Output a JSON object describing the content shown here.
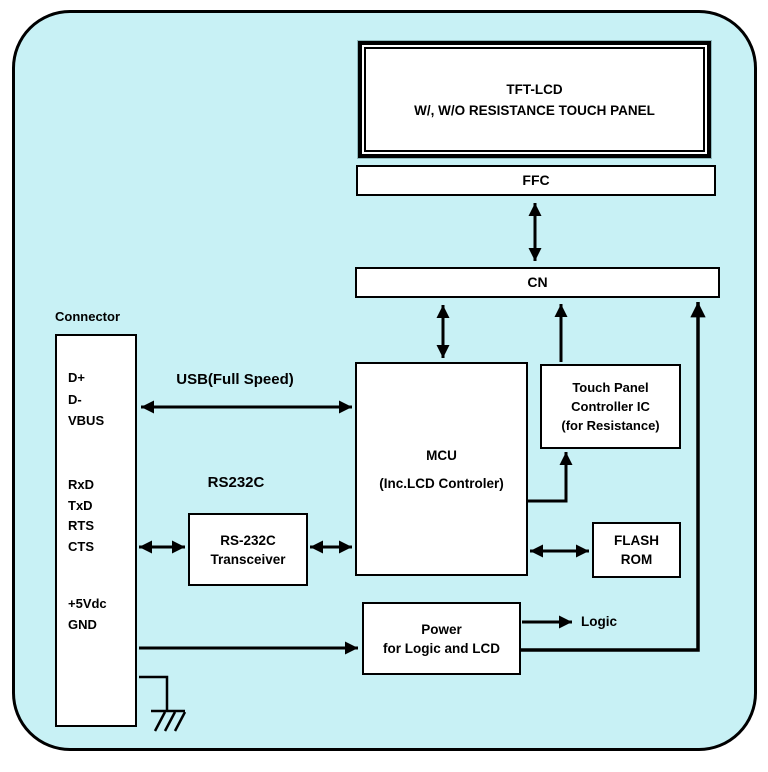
{
  "diagram": {
    "colors": {
      "background": "#c8f1f5",
      "box_fill": "#ffffff",
      "line": "#000000"
    },
    "tft_lcd": {
      "line1": "TFT-LCD",
      "line2": "W/, W/O RESISTANCE TOUCH PANEL"
    },
    "ffc": {
      "label": "FFC"
    },
    "cn": {
      "label": "CN"
    },
    "connector": {
      "title": "Connector",
      "usb_pins": [
        "D+",
        "D-",
        "VBUS"
      ],
      "serial_pins": [
        "RxD",
        "TxD",
        "RTS",
        "CTS"
      ],
      "power_pins": [
        "+5Vdc",
        "GND"
      ]
    },
    "mcu": {
      "line1": "MCU",
      "line2": "(Inc.LCD Controler)"
    },
    "touch_panel_controller": {
      "line1": "Touch Panel",
      "line2": "Controller  IC",
      "line3": "(for Resistance)"
    },
    "flash_rom": {
      "line1": "FLASH",
      "line2": "ROM"
    },
    "rs232c_transceiver": {
      "line1": "RS-232C",
      "line2": "Transceiver"
    },
    "power_block": {
      "line1": "Power",
      "line2": "for Logic  and LCD"
    },
    "bus_labels": {
      "usb": "USB(Full Speed)",
      "rs232c": "RS232C",
      "logic": "Logic"
    }
  }
}
